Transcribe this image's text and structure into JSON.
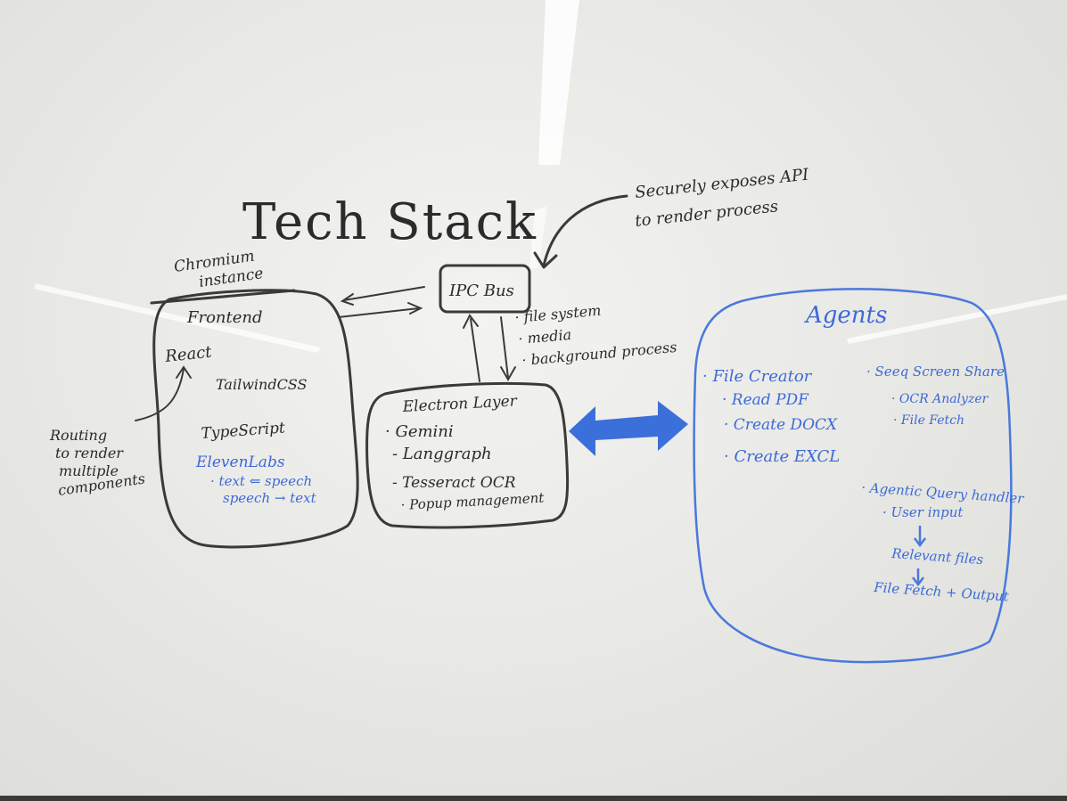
{
  "title": "Tech Stack",
  "annotation": {
    "line1": "Securely exposes API",
    "line2": "to render process"
  },
  "chromium": {
    "line1": "Chromium",
    "line2": "instance"
  },
  "frontend": {
    "heading": "Frontend",
    "react": "React",
    "tailwind": "TailwindCSS",
    "typescript": "TypeScript",
    "elevenlabs": "ElevenLabs",
    "tts": "· text ⇐ speech",
    "stt": "speech → text"
  },
  "routing": {
    "line1": "Routing",
    "line2": "to render",
    "line3": "multiple",
    "line4": "components"
  },
  "ipc": {
    "label": "IPC Bus",
    "items": [
      "· file system",
      "· media",
      "· background process"
    ]
  },
  "electron": {
    "heading": "Electron Layer",
    "items": [
      "· Gemini",
      "- Langgraph",
      "- Tesseract OCR",
      "· Popup management"
    ]
  },
  "agents": {
    "heading": "Agents",
    "file_creator": "· File Creator",
    "read_pdf": "· Read PDF",
    "create_docx": "· Create DOCX",
    "create_excl": "· Create EXCL",
    "seeq": "· Seeq Screen Share",
    "ocr": "· OCR Analyzer",
    "file_fetch": "· File Fetch",
    "query": "· Agentic Query handler",
    "user_input": "· User input",
    "relevant": "Relevant files",
    "output": "File Fetch + Output"
  }
}
